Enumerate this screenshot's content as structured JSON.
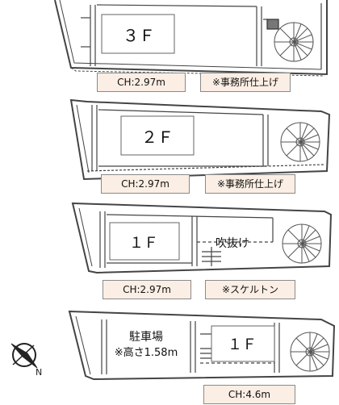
{
  "floors": [
    {
      "name": "３Ｆ",
      "ceiling": "CH:2.97m",
      "note": "※事務所仕上げ"
    },
    {
      "name": "２Ｆ",
      "ceiling": "CH:2.97m",
      "note": "※事務所仕上げ"
    },
    {
      "name": "１Ｆ",
      "ceiling": "CH:2.97m",
      "note": "※スケルトン",
      "void_label": "吹抜け"
    },
    {
      "name": "１Ｆ",
      "ceiling": "CH:4.6m",
      "parking_label": "駐車場",
      "parking_height": "※高さ1.58m"
    }
  ],
  "compass": {
    "label": "N"
  }
}
